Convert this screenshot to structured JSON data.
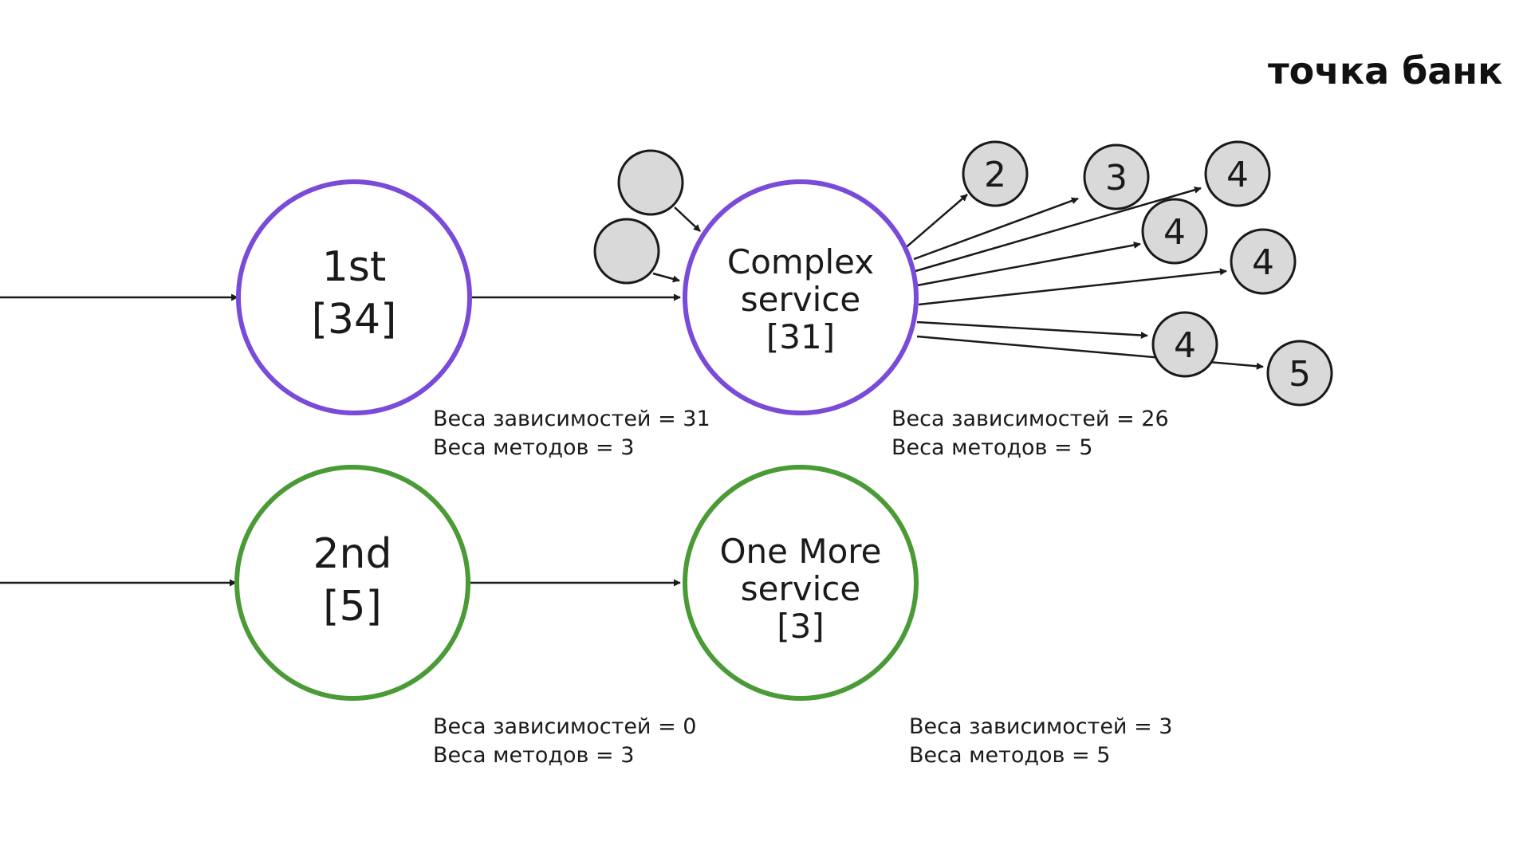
{
  "logo": "точка банк",
  "colors": {
    "purple": "#7a4bd9",
    "green": "#4a9a36",
    "gray_fill": "#d9d9d9",
    "stroke": "#1a1a1a"
  },
  "nodes": {
    "first": {
      "name": "1st",
      "weight": "[34]"
    },
    "complex": {
      "line1": "Complex",
      "line2": "service",
      "weight": "[31]"
    },
    "second": {
      "name": "2nd",
      "weight": "[5]"
    },
    "one_more": {
      "line1": "One More",
      "line2": "service",
      "weight": "[3]"
    }
  },
  "dependencies": [
    "2",
    "3",
    "4",
    "4",
    "4",
    "4",
    "5"
  ],
  "weights": {
    "first": {
      "deps": "Веса зависимостей = 31",
      "methods": "Веса методов = 3"
    },
    "complex": {
      "deps": "Веса зависимостей = 26",
      "methods": "Веса методов = 5"
    },
    "second": {
      "deps": "Веса зависимостей = 0",
      "methods": "Веса методов = 3"
    },
    "one_more": {
      "deps": "Веса зависимостей = 3",
      "methods": "Веса методов = 5"
    }
  }
}
